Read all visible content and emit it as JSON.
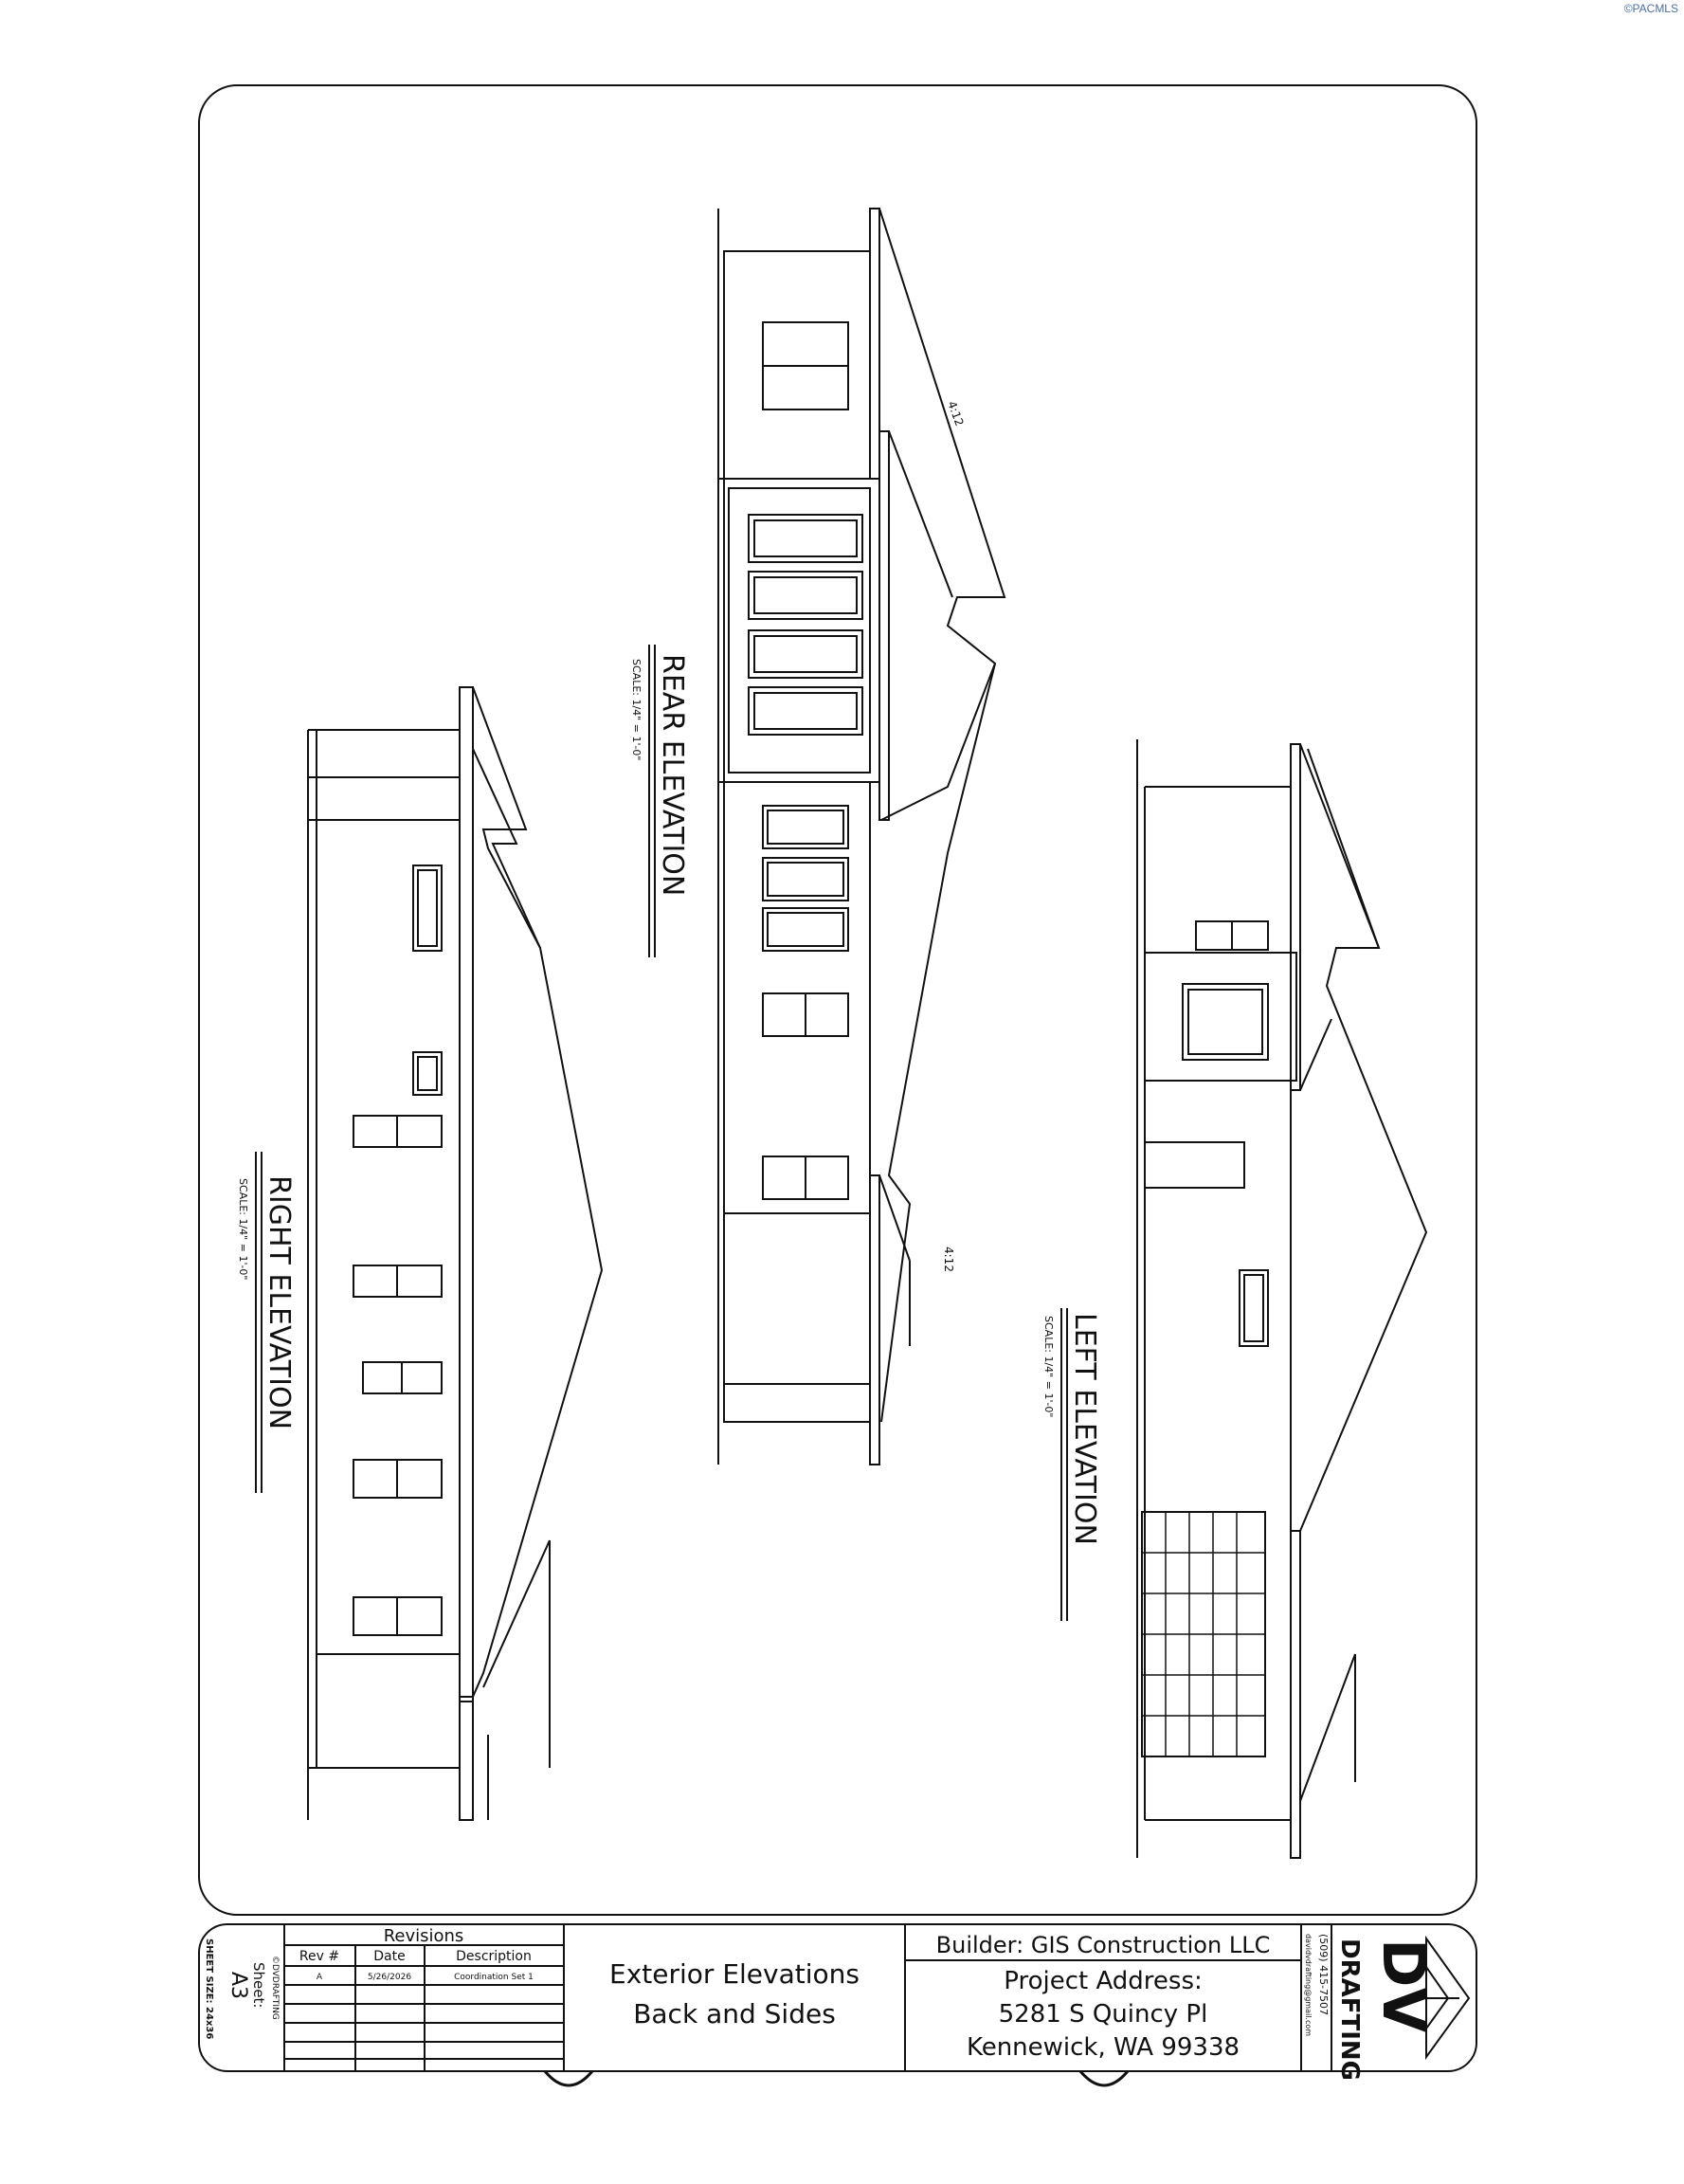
{
  "watermark": "©PACMLS",
  "views": {
    "rear": {
      "title": "REAR ELEVATION",
      "scale": "SCALE: 1/4\" = 1'-0\"",
      "pitch": "4:12"
    },
    "right": {
      "title": "RIGHT ELEVATION",
      "scale": "SCALE: 1/4\" = 1'-0\""
    },
    "left": {
      "title": "LEFT ELEVATION",
      "scale": "SCALE: 1/4\" = 1'-0\""
    }
  },
  "title_block": {
    "sheet_size": "SHEET SIZE: 24x36",
    "sheet_label": "Sheet:",
    "sheet_number": "A3",
    "copyright": "©DVDRAFTING",
    "revisions": {
      "title": "Revisions",
      "headers": [
        "Rev #",
        "Date",
        "Description"
      ],
      "rows": [
        [
          "A",
          "5/26/2026",
          "Coordination Set 1"
        ]
      ]
    },
    "drawing_title": [
      "Exterior Elevations",
      "Back and Sides"
    ],
    "builder": "Builder: GIS Construction LLC",
    "project_label": "Project Address:",
    "address_line1": "5281 S Quincy Pl",
    "address_line2": "Kennewick, WA 99338",
    "contact_phone": "(509) 415-7507",
    "contact_email": "davidvdrafting@gmail.com",
    "logo": {
      "mark": "DV",
      "text": "DRAFTING"
    }
  }
}
